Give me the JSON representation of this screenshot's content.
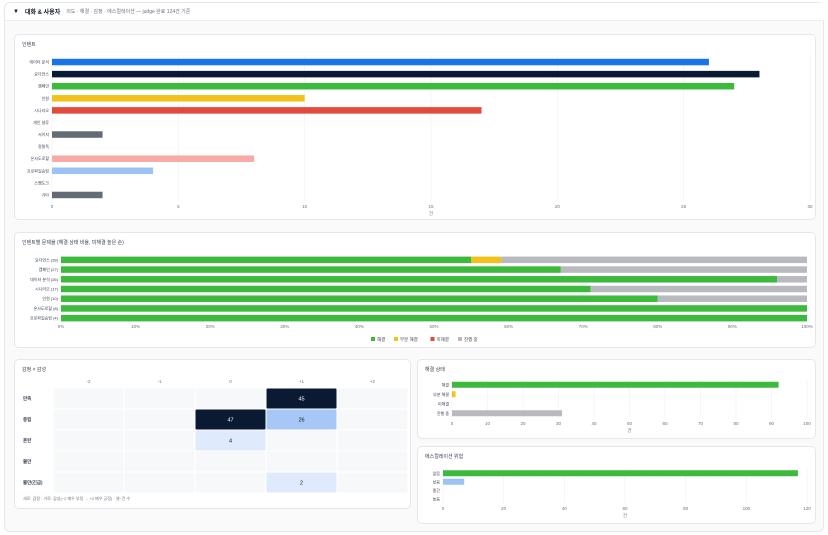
{
  "header": {
    "title": "대화 & 사용자",
    "subtitle": "의도 · 해결 · 감정 · 에스컬레이션 — judge 완료 124건 기준"
  },
  "colors": {
    "blue": "#1a73e8",
    "navy": "#0b1a33",
    "green": "#3dba3d",
    "yellow": "#f2c21b",
    "red": "#e24b3b",
    "slate": "#636b75",
    "pink": "#f8aaa6",
    "lightblue": "#9cc3f5",
    "gray": "#b9b9c0",
    "heatDark": "#0b1a33",
    "heatMid": "#a7c8f7",
    "heatLight": "#dfeafc",
    "heatEmpty": "#f7f8fa"
  },
  "intent_chart": {
    "card_title": "인텐트",
    "chart_data": {
      "type": "bar",
      "orientation": "horizontal",
      "categories": [
        "데이터 분석",
        "요다언스",
        "캠페인",
        "인원",
        "시나리오",
        "개인 설루",
        "서이지",
        "정밀독",
        "온사도로할",
        "프로파일승링",
        "스팸도크",
        "기타"
      ],
      "values": [
        26,
        28,
        27,
        10,
        17,
        0,
        2,
        0,
        8,
        4,
        0,
        2
      ],
      "colors": [
        "#1a73e8",
        "#0b1a33",
        "#3dba3d",
        "#f2c21b",
        "#e24b3b",
        "#636b75",
        "#636b75",
        "#636b75",
        "#f8aaa6",
        "#9cc3f5",
        "#636b75",
        "#636b75"
      ],
      "xlim": [
        0,
        30
      ],
      "xticks": [
        0,
        5,
        10,
        15,
        20,
        25,
        30
      ],
      "xlabel": "건"
    }
  },
  "resolution_by_intent": {
    "card_title": "인텐트별 문제율 (해결 상태 비율, 미해결 높은 순)",
    "chart_data": {
      "type": "bar",
      "orientation": "horizontal",
      "stacked": true,
      "categories": [
        "요다언스 (28)",
        "캠페인 (27)",
        "데이터 분석 (26)",
        "시나리오 (17)",
        "인원 (10)",
        "온사도로할 (8)",
        "프로파일승링 (4)"
      ],
      "series": [
        {
          "name": "해결",
          "color": "#3dba3d",
          "values": [
            55,
            67,
            96,
            71,
            80,
            100,
            100
          ]
        },
        {
          "name": "부분 해결",
          "color": "#f2c21b",
          "values": [
            4,
            0,
            0,
            0,
            0,
            0,
            0
          ]
        },
        {
          "name": "미해결",
          "color": "#e24b3b",
          "values": [
            0,
            0,
            0,
            0,
            0,
            0,
            0
          ]
        },
        {
          "name": "진행 중",
          "color": "#b9b9c0",
          "values": [
            41,
            33,
            4,
            29,
            20,
            0,
            0
          ]
        }
      ],
      "xticks": [
        "0%",
        "10%",
        "20%",
        "30%",
        "40%",
        "50%",
        "60%",
        "70%",
        "80%",
        "90%",
        "100%"
      ],
      "xlim": [
        0,
        100
      ]
    }
  },
  "heatmap": {
    "card_title": "감정 × 감성",
    "footnote": "세로: 감정 · 가로: 감성(−2 매우 부정 … +2 매우 긍정) · 셀: 건 수",
    "chart_data": {
      "type": "heatmap",
      "x": [
        "-2",
        "-1",
        "0",
        "+1",
        "+2"
      ],
      "y": [
        "만족",
        "중립",
        "혼란",
        "불만",
        "불만(긴급)"
      ],
      "values": [
        [
          null,
          null,
          null,
          45,
          null
        ],
        [
          null,
          null,
          47,
          26,
          null
        ],
        [
          null,
          null,
          4,
          null,
          null
        ],
        [
          null,
          null,
          null,
          null,
          null
        ],
        [
          null,
          null,
          null,
          2,
          null
        ]
      ]
    }
  },
  "status_chart": {
    "card_title": "해결 상태",
    "chart_data": {
      "type": "bar",
      "orientation": "horizontal",
      "categories": [
        "해결",
        "부분 해결",
        "미해결",
        "진행 중"
      ],
      "values": [
        92,
        1,
        0,
        31
      ],
      "colors": [
        "#3dba3d",
        "#f2c21b",
        "#e24b3b",
        "#b9b9c0"
      ],
      "xlim": [
        0,
        100
      ],
      "xticks": [
        0,
        10,
        20,
        30,
        40,
        50,
        60,
        70,
        80,
        90,
        100
      ],
      "xlabel": "건"
    }
  },
  "escalation_chart": {
    "card_title": "에스컬레이션 위험",
    "chart_data": {
      "type": "bar",
      "orientation": "horizontal",
      "categories": [
        "없음",
        "낮음",
        "중간",
        "높음"
      ],
      "values": [
        117,
        7,
        0,
        0
      ],
      "colors": [
        "#3dba3d",
        "#9cc3f5",
        "#f2c21b",
        "#e24b3b"
      ],
      "xlim": [
        0,
        120
      ],
      "xticks": [
        0,
        20,
        40,
        60,
        80,
        100,
        120
      ],
      "xlabel": "건"
    }
  }
}
